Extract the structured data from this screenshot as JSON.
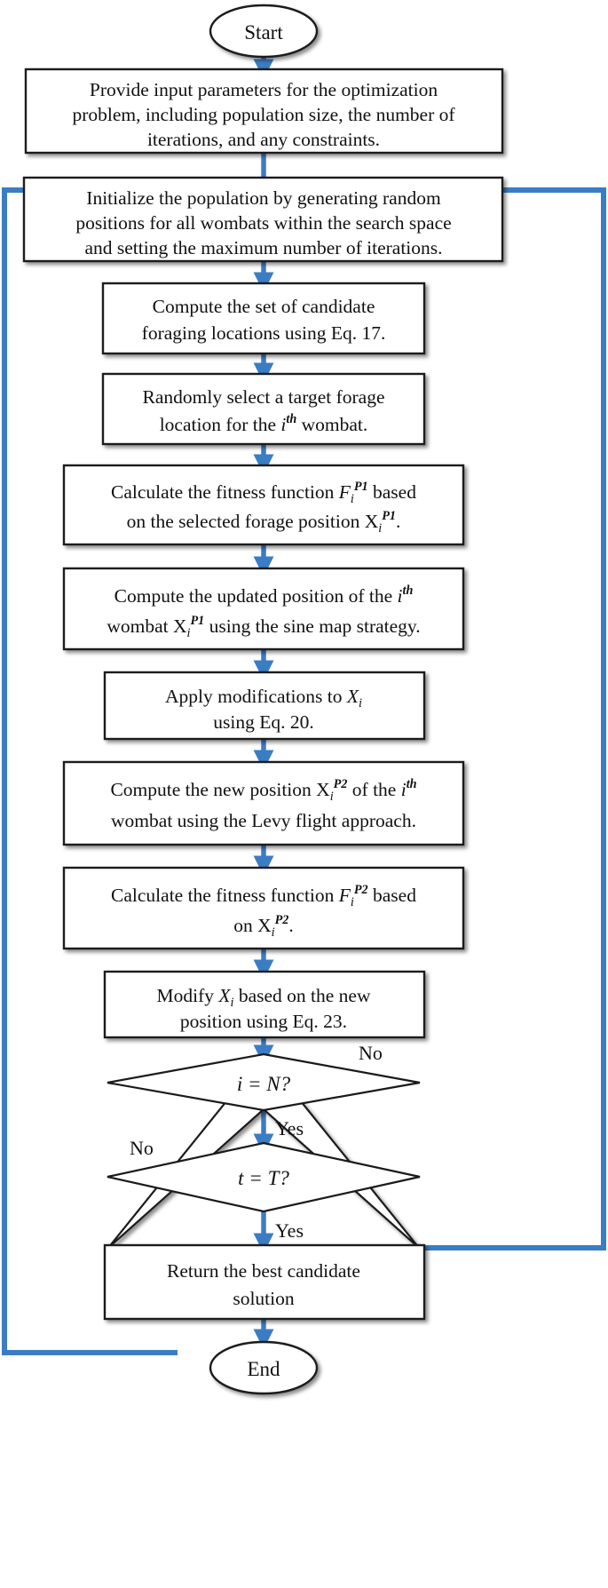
{
  "diagram": {
    "title": "Flowchart of the improved wombat optimization algorithm",
    "type": "flowchart",
    "accent_color": "#3b7dc4",
    "stroke_color": "#1a1a1a",
    "background_color": "#ffffff"
  },
  "nodes": {
    "start": {
      "id": "start",
      "shape": "terminator",
      "label": "Start"
    },
    "input_params": {
      "id": "input-parameters",
      "shape": "process",
      "lines": [
        "Provide input parameters for the optimization",
        "problem, including population size, the number of",
        "iterations, and any constraints."
      ]
    },
    "initialize": {
      "id": "initialize-population",
      "shape": "process",
      "lines": [
        "Initialize the population by generating random",
        "positions for all wombats within the search space",
        "and setting the maximum number of iterations."
      ]
    },
    "candidate_locations": {
      "id": "compute-candidate-foraging-locations",
      "shape": "process",
      "lines": [
        "Compute the set of candidate",
        "foraging locations using Eq. 17."
      ]
    },
    "select_target": {
      "id": "select-target-forage-location",
      "shape": "process",
      "lines_rich": [
        "Randomly select a target forage",
        "location for the <i>i</i><sup>th</sup> wombat."
      ]
    },
    "fitness_p1": {
      "id": "calculate-fitness-p1",
      "shape": "process",
      "lines_rich": [
        "Calculate the fitness function F<sub>i</sub><sup>P1</sup> based",
        "on the selected forage position X<sub>i</sub><sup>P1</sup>."
      ]
    },
    "sine_map": {
      "id": "compute-updated-position-sine-map",
      "shape": "process",
      "lines_rich": [
        "Compute the updated position of the <i>i</i><sup>th</sup>",
        "wombat X<sub>i</sub><sup>P1</sup> using the sine map strategy."
      ]
    },
    "apply_mods": {
      "id": "apply-modifications-eq20",
      "shape": "process",
      "lines_rich": [
        "Apply modifications to <i>X</i><sub>i</sub>",
        "using Eq. 20."
      ]
    },
    "levy_flight": {
      "id": "compute-new-position-levy-flight",
      "shape": "process",
      "lines_rich": [
        "Compute the new position X<sub>i</sub><sup>P2</sup> of the <i>i</i><sup>th</sup>",
        "wombat using the Levy flight approach."
      ]
    },
    "fitness_p2": {
      "id": "calculate-fitness-p2",
      "shape": "process",
      "lines_rich": [
        "Calculate the fitness function F<sub>i</sub><sup>P2</sup> based",
        "on X<sub>i</sub><sup>P2</sup>."
      ]
    },
    "modify_eq23": {
      "id": "modify-position-eq23",
      "shape": "process",
      "lines_rich": [
        "Modify <i>X</i><sub>i</sub> based on the new",
        "position using Eq. 23."
      ]
    },
    "decision_i": {
      "id": "decision-i-equals-n",
      "shape": "decision",
      "label": "i = N?",
      "label_rich": "<i>i</i> = <i>N</i>?"
    },
    "decision_t": {
      "id": "decision-t-equals-t",
      "shape": "decision",
      "label": "t = T?",
      "label_rich": "<i>t</i> = <i>T</i>?"
    },
    "return_best": {
      "id": "return-best-candidate",
      "shape": "process",
      "lines": [
        "Return the best candidate",
        "solution"
      ]
    },
    "end": {
      "id": "end",
      "shape": "terminator",
      "label": "End"
    }
  },
  "edge_labels": {
    "i_no": "No",
    "i_yes": "Yes",
    "t_no": "No",
    "t_yes": "Yes"
  },
  "connections": [
    {
      "from": "start",
      "to": "input_params",
      "label": ""
    },
    {
      "from": "input_params",
      "to": "initialize",
      "label": ""
    },
    {
      "from": "initialize",
      "to": "candidate_locations",
      "label": ""
    },
    {
      "from": "candidate_locations",
      "to": "select_target",
      "label": ""
    },
    {
      "from": "select_target",
      "to": "fitness_p1",
      "label": ""
    },
    {
      "from": "fitness_p1",
      "to": "sine_map",
      "label": ""
    },
    {
      "from": "sine_map",
      "to": "apply_mods",
      "label": ""
    },
    {
      "from": "apply_mods",
      "to": "levy_flight",
      "label": ""
    },
    {
      "from": "levy_flight",
      "to": "fitness_p2",
      "label": ""
    },
    {
      "from": "fitness_p2",
      "to": "modify_eq23",
      "label": ""
    },
    {
      "from": "modify_eq23",
      "to": "decision_i",
      "label": ""
    },
    {
      "from": "decision_i",
      "to": "initialize",
      "label": "No"
    },
    {
      "from": "decision_i",
      "to": "decision_t",
      "label": "Yes"
    },
    {
      "from": "decision_t",
      "to": "initialize",
      "label": "No"
    },
    {
      "from": "decision_t",
      "to": "return_best",
      "label": "Yes"
    },
    {
      "from": "return_best",
      "to": "end",
      "label": ""
    }
  ]
}
